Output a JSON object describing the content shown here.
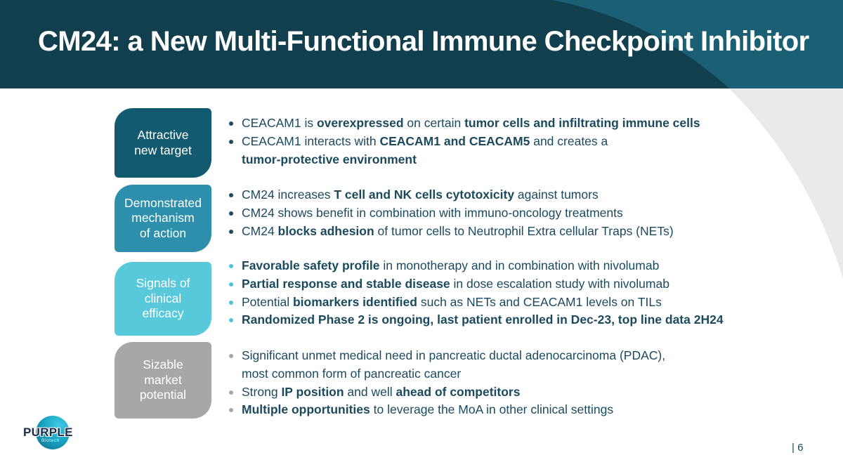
{
  "slide": {
    "title": "CM24: a New Multi-Functional Immune Checkpoint Inhibitor",
    "page_number": "| 6",
    "logo": {
      "word": "PURPLE",
      "sub": "Biotech"
    },
    "colors": {
      "header_dark": "#113F4E",
      "header_light_arc": "#1A5F73",
      "body_gray_arc": "#E9EAEB",
      "body_text": "#1B4A5E",
      "white": "#FFFFFF"
    },
    "sections": [
      {
        "label": "Attractive\nnew target",
        "box_color": "#125A70",
        "dot_color": "#1B4A5E",
        "bullets": [
          {
            "segments": [
              {
                "t": "CEACAM1 is "
              },
              {
                "t": "overexpressed",
                "b": 1
              },
              {
                "t": " on certain "
              },
              {
                "t": "tumor cells and infiltrating immune cells",
                "b": 1
              }
            ]
          },
          {
            "segments": [
              {
                "t": "CEACAM1 interacts with "
              },
              {
                "t": "CEACAM1 and CEACAM5",
                "b": 1
              },
              {
                "t": " and creates a "
              },
              {
                "br": 1
              },
              {
                "t": "tumor-protective environment",
                "b": 1
              }
            ]
          }
        ]
      },
      {
        "label": "Demonstrated\nmechanism\nof action",
        "box_color": "#2D8FAB",
        "dot_color": "#1B4A5E",
        "bullets": [
          {
            "segments": [
              {
                "t": "CM24 increases "
              },
              {
                "t": "T cell and NK cells cytotoxicity",
                "b": 1
              },
              {
                "t": " against tumors"
              }
            ]
          },
          {
            "segments": [
              {
                "t": "CM24 shows benefit in combination with immuno-oncology treatments"
              }
            ]
          },
          {
            "segments": [
              {
                "t": "CM24 "
              },
              {
                "t": "blocks adhesion",
                "b": 1
              },
              {
                "t": " of tumor cells to Neutrophil Extra cellular Traps (NETs)"
              }
            ]
          }
        ]
      },
      {
        "label": "Signals of\nclinical\nefficacy",
        "box_color": "#58C8DB",
        "dot_color": "#4FC4D9",
        "bullets": [
          {
            "segments": [
              {
                "t": "Favorable safety profile",
                "b": 1
              },
              {
                "t": " in monotherapy and in combination with nivolumab"
              }
            ]
          },
          {
            "segments": [
              {
                "t": "Partial response and stable disease",
                "b": 1
              },
              {
                "t": " in dose escalation study with nivolumab"
              }
            ]
          },
          {
            "segments": [
              {
                "t": "Potential "
              },
              {
                "t": "biomarkers identified",
                "b": 1
              },
              {
                "t": " such as NETs and CEACAM1 levels on TILs"
              }
            ]
          },
          {
            "segments": [
              {
                "t": "Randomized Phase 2 is ongoing, last patient enrolled in Dec-23, top line data 2H24",
                "b": 1
              }
            ]
          }
        ]
      },
      {
        "label": "Sizable\nmarket\npotential",
        "box_color": "#A7A7A7",
        "dot_color": "#A7A7A7",
        "bullets": [
          {
            "segments": [
              {
                "t": "Significant unmet medical need in pancreatic ductal adenocarcinoma (PDAC),"
              },
              {
                "br": 1
              },
              {
                "t": "most common form of pancreatic cancer"
              }
            ]
          },
          {
            "segments": [
              {
                "t": "Strong "
              },
              {
                "t": "IP position",
                "b": 1
              },
              {
                "t": " and well "
              },
              {
                "t": "ahead of competitors",
                "b": 1
              }
            ]
          },
          {
            "segments": [
              {
                "t": "Multiple opportunities",
                "b": 1
              },
              {
                "t": " to leverage the MoA in other clinical settings"
              }
            ]
          }
        ]
      }
    ]
  }
}
